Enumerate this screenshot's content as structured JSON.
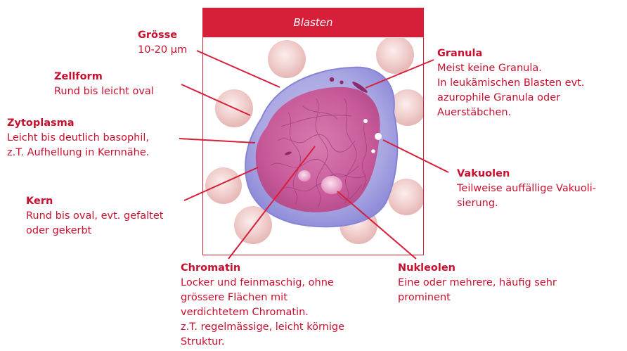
{
  "header": {
    "title": "Blasten"
  },
  "labels": {
    "groesse": {
      "title": "Grösse",
      "text": "10-20 µm"
    },
    "zellform": {
      "title": "Zellform",
      "text": "Rund bis leicht oval"
    },
    "zytoplasma": {
      "title": "Zytoplasma",
      "text": "Leicht bis deutlich basophil,\nz.T. Aufhellung in Kernnähe."
    },
    "kern": {
      "title": "Kern",
      "text": "Rund bis oval, evt. gefaltet\noder gekerbt"
    },
    "chromatin": {
      "title": "Chromatin",
      "text": "Locker und feinmaschig, ohne\ngrössere Flächen mit\nverdichtetem Chromatin.\nz.T. regelmässige, leicht körnige\nStruktur."
    },
    "granula": {
      "title": "Granula",
      "text": "Meist keine Granula.\nIn leukämischen Blasten evt.\nazurophile Granula oder\nAuerstäbchen."
    },
    "vakuolen": {
      "title": "Vakuolen",
      "text": "Teilweise auffällige Vakuoli-\nsierung."
    },
    "nukleolen": {
      "title": "Nukleolen",
      "text": "Eine oder mehrere, häufig sehr\nprominent"
    }
  },
  "colors": {
    "accent": "#d71f3a",
    "label_text": "#c8102e",
    "erythrocyte": "#f2d4d2",
    "cytoplasm": "#9a98dc",
    "nucleus": "#c45a98"
  }
}
